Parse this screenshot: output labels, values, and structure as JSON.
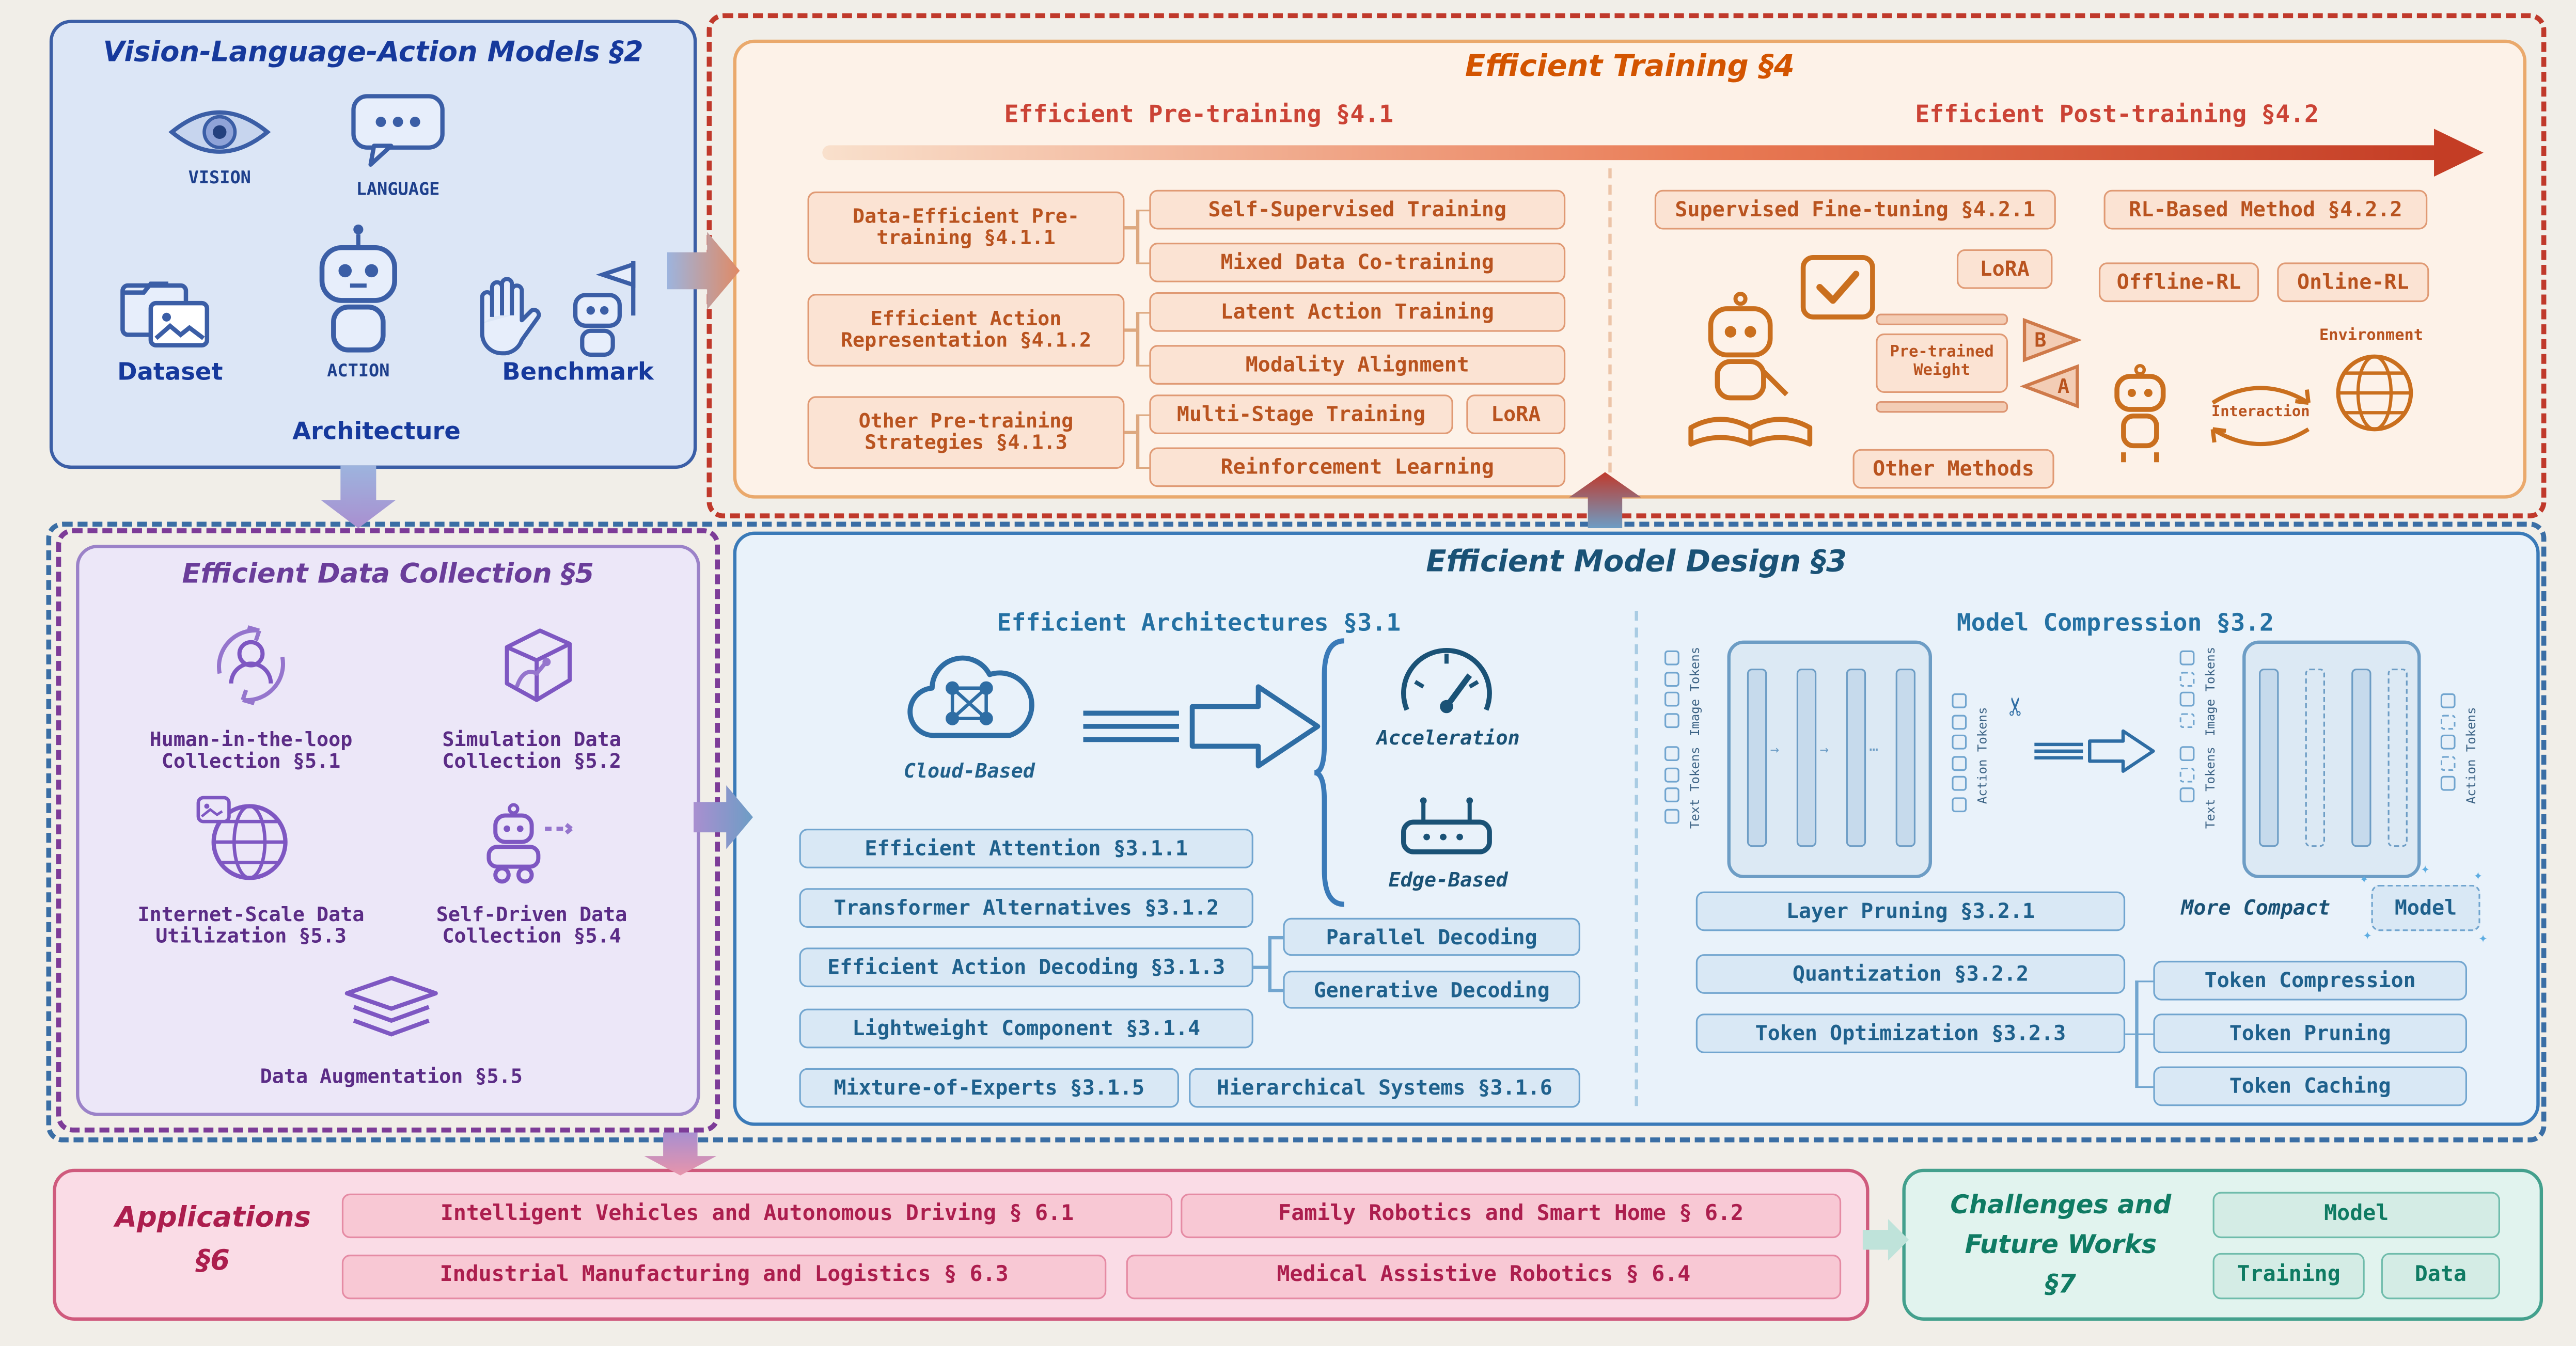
{
  "vla": {
    "title": "Vision-Language-Action Models §2",
    "vision": "VISION",
    "language": "LANGUAGE",
    "dataset": "Dataset",
    "action": "ACTION",
    "benchmark": "Benchmark",
    "architecture": "Architecture"
  },
  "training": {
    "title": "Efficient Training §4",
    "pre_title": "Efficient Pre-training §4.1",
    "post_title": "Efficient Post-training §4.2",
    "groups": [
      {
        "label": "Data-Efficient Pre-training §4.1.1",
        "children": [
          "Self-Supervised Training",
          "Mixed Data Co-training"
        ]
      },
      {
        "label": "Efficient Action Representation §4.1.2",
        "children": [
          "Latent Action Training",
          "Modality Alignment"
        ]
      },
      {
        "label": "Other Pre-training Strategies §4.1.3",
        "children": [
          "Multi-Stage Training",
          "LoRA",
          "Reinforcement Learning"
        ]
      }
    ],
    "post": {
      "sft": "Supervised Fine-tuning §4.2.1",
      "rl": "RL-Based Method §4.2.2",
      "lora": "LoRA",
      "offline": "Offline-RL",
      "online": "Online-RL",
      "pretrained_weight": "Pre-trained Weight",
      "b": "B",
      "a": "A",
      "other": "Other Methods",
      "environment": "Environment",
      "interaction": "Interaction"
    }
  },
  "collection": {
    "title": "Efficient Data Collection §5",
    "items": [
      "Human-in-the-loop Collection §5.1",
      "Simulation Data Collection §5.2",
      "Internet-Scale Data Utilization §5.3",
      "Self-Driven Data Collection §5.4",
      "Data Augmentation §5.5"
    ]
  },
  "design": {
    "title": "Efficient Model Design §3",
    "arch_title": "Efficient Architectures §3.1",
    "cloud": "Cloud-Based",
    "acceleration": "Acceleration",
    "edge": "Edge-Based",
    "arch_items": [
      "Efficient Attention §3.1.1",
      "Transformer Alternatives §3.1.2",
      "Efficient Action Decoding §3.1.3",
      "Lightweight Component §3.1.4",
      "Mixture-of-Experts §3.1.5",
      "Hierarchical Systems §3.1.6"
    ],
    "decoding": [
      "Parallel Decoding",
      "Generative Decoding"
    ],
    "comp_title": "Model Compression §3.2",
    "comp_items": [
      "Layer Pruning §3.2.1",
      "Quantization §3.2.2",
      "Token Optimization §3.2.3"
    ],
    "token_items": [
      "Token Compression",
      "Token Pruning",
      "Token Caching"
    ],
    "more_compact": "More Compact",
    "model": "Model",
    "image_tokens": "Image Tokens",
    "text_tokens": "Text Tokens",
    "action_tokens": "Action Tokens"
  },
  "applications": {
    "title": "Applications\n§6",
    "items": [
      "Intelligent Vehicles and Autonomous Driving § 6.1",
      "Family Robotics and Smart Home § 6.2",
      "Industrial Manufacturing and Logistics § 6.3",
      "Medical Assistive Robotics § 6.4"
    ]
  },
  "challenges": {
    "title": "Challenges and\nFuture Works\n§7",
    "items": [
      "Model",
      "Training",
      "Data"
    ]
  }
}
